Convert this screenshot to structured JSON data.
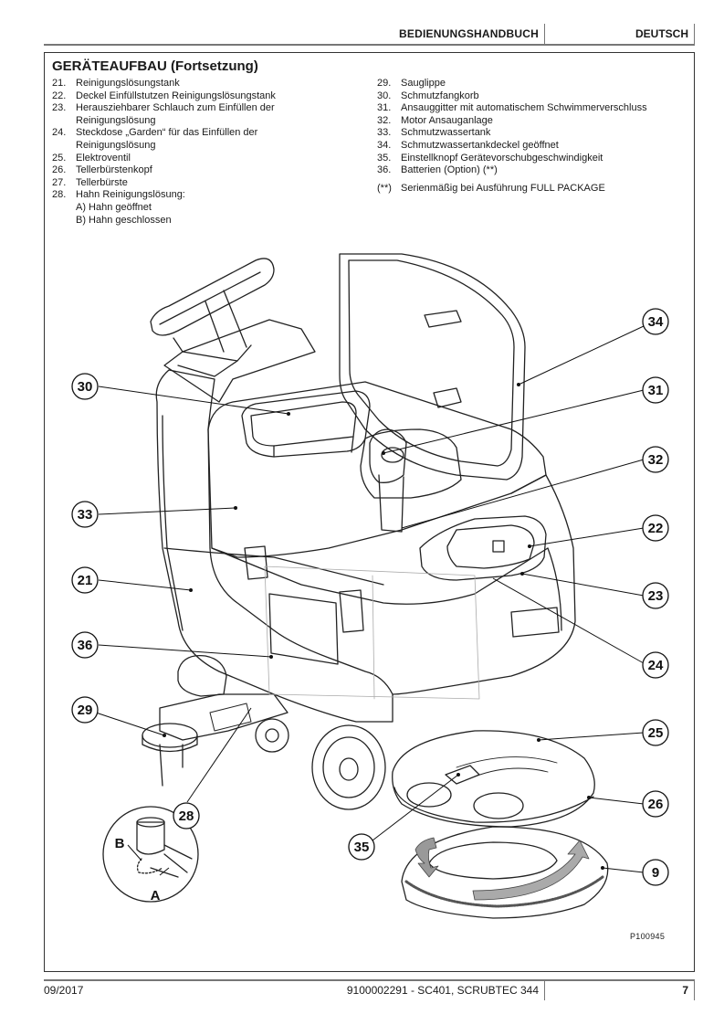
{
  "header": {
    "title": "BEDIENUNGSHANDBUCH",
    "language": "DEUTSCH"
  },
  "section": {
    "title": "GERÄTEAUFBAU (Fortsetzung)"
  },
  "left_items": [
    {
      "num": "21.",
      "text": "Reinigungslösungstank"
    },
    {
      "num": "22.",
      "text": "Deckel Einfüllstutzen Reinigungslösungstank"
    },
    {
      "num": "23.",
      "text": "Herausziehbarer Schlauch zum Einfüllen der",
      "cont": "Reinigungslösung"
    },
    {
      "num": "24.",
      "text": "Steckdose „Garden“ für das Einfüllen der",
      "cont": "Reinigungslösung"
    },
    {
      "num": "25.",
      "text": "Elektroventil"
    },
    {
      "num": "26.",
      "text": "Tellerbürstenkopf"
    },
    {
      "num": "27.",
      "text": "Tellerbürste"
    },
    {
      "num": "28.",
      "text": "Hahn Reinigungslösung:",
      "sub": [
        "A)  Hahn geöffnet",
        "B)  Hahn geschlossen"
      ]
    }
  ],
  "right_items": [
    {
      "num": "29.",
      "text": "Sauglippe"
    },
    {
      "num": "30.",
      "text": "Schmutzfangkorb"
    },
    {
      "num": "31.",
      "text": "Ansauggitter mit automatischem Schwimmerverschluss"
    },
    {
      "num": "32.",
      "text": "Motor Ansauganlage"
    },
    {
      "num": "33.",
      "text": "Schmutzwassertank"
    },
    {
      "num": "34.",
      "text": "Schmutzwassertankdeckel geöffnet"
    },
    {
      "num": "35.",
      "text": "Einstellknopf Gerätevorschubgeschwindigkeit"
    },
    {
      "num": "36.",
      "text": "Batterien (Option) (**)"
    }
  ],
  "note": {
    "mark": "(**)",
    "text": "Serienmäßig bei Ausführung FULL PACKAGE"
  },
  "figure": {
    "code": "P100945",
    "callouts": [
      "30",
      "33",
      "21",
      "36",
      "29",
      "28",
      "34",
      "31",
      "32",
      "22",
      "23",
      "24",
      "25",
      "26",
      "35",
      "9"
    ],
    "detail_letters": [
      "A",
      "B"
    ]
  },
  "footer": {
    "date": "09/2017",
    "document": "9100002291 - SC401, SCRUBTEC 344",
    "page": "7"
  }
}
